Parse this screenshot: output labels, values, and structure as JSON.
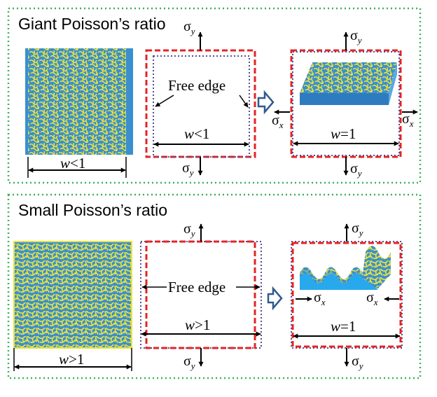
{
  "panels": [
    {
      "title": "Giant Poisson’s ratio",
      "material_width_label": {
        "var": "w",
        "rel": "<1"
      },
      "free_edge_label": "Free edge",
      "inner_width_label": {
        "var": "w",
        "rel": "<1"
      },
      "constrained_width_label": {
        "var": "w",
        "rel": "=1"
      }
    },
    {
      "title": "Small Poisson’s ratio",
      "material_width_label": {
        "var": "w",
        "rel": ">1"
      },
      "free_edge_label": "Free edge",
      "inner_width_label": {
        "var": "w",
        "rel": ">1"
      },
      "constrained_width_label": {
        "var": "w",
        "rel": "=1"
      }
    }
  ],
  "stress": {
    "symbol": "σ",
    "y_subscript": "y",
    "x_subscript": "x"
  },
  "colors": {
    "panel_border": "#3db25a",
    "outer_box": "#e32424",
    "inner_box": "#5a4b8f",
    "substrate": "#3a8fd0",
    "network": "#e9e23b",
    "arrow_fill": "#ffffff",
    "arrow_stroke": "#2f5a8c"
  }
}
